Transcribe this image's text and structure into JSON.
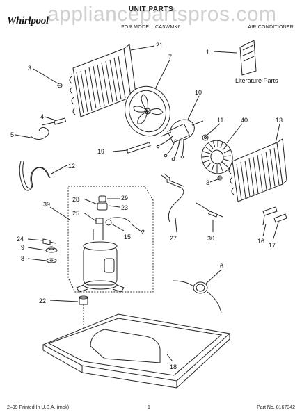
{
  "header": {
    "brand": "Whirlpool",
    "watermark": "appliancepartspros.com",
    "title": "UNIT PARTS",
    "subtitle": "FOR MODEL: CA5WMK6",
    "product": "AIR CONDITIONER"
  },
  "literature_label": "Literature Parts",
  "callouts": {
    "c1": "1",
    "c2": "2",
    "c3a": "3",
    "c3b": "3",
    "c4": "4",
    "c5": "5",
    "c6": "6",
    "c7": "7",
    "c8": "8",
    "c9": "9",
    "c10": "10",
    "c11": "11",
    "c12": "12",
    "c13": "13",
    "c15": "15",
    "c16": "16",
    "c17": "17",
    "c18": "18",
    "c19": "19",
    "c21": "21",
    "c22": "22",
    "c23": "23",
    "c24": "24",
    "c25": "25",
    "c27": "27",
    "c28": "28",
    "c29": "29",
    "c30": "30",
    "c39": "39",
    "c40": "40"
  },
  "footer": {
    "printed": "2–99 Printed In U.S.A. (mck)",
    "page": "1",
    "part_no": "Part No. 8167342"
  }
}
